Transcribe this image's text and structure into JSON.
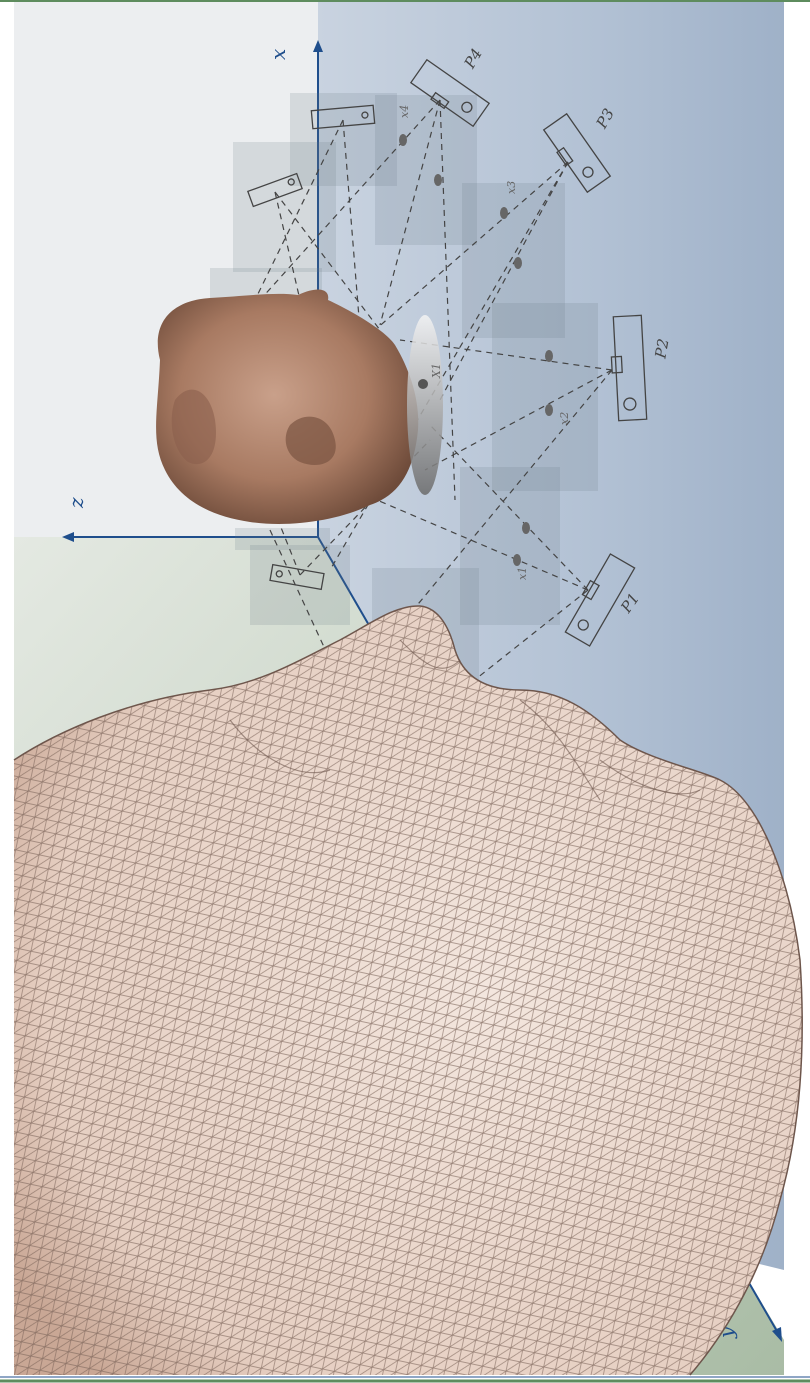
{
  "axes": {
    "x_label": "x",
    "y_label": "y",
    "z_label": "z"
  },
  "cameras": [
    {
      "label": "P1"
    },
    {
      "label": "P2"
    },
    {
      "label": "P3"
    },
    {
      "label": "P4"
    }
  ],
  "projection_points": [
    {
      "label": "x1"
    },
    {
      "label": "x2"
    },
    {
      "label": "x3"
    },
    {
      "label": "x4"
    }
  ],
  "surface_point": {
    "label": "X1"
  },
  "colors": {
    "axis": "#1f4e8c",
    "back_wall": "#b8c6d8",
    "side_wall": "#eceef0",
    "floor": "#c9d6c7",
    "head": "#b08068",
    "mesh": "#8a7066"
  }
}
